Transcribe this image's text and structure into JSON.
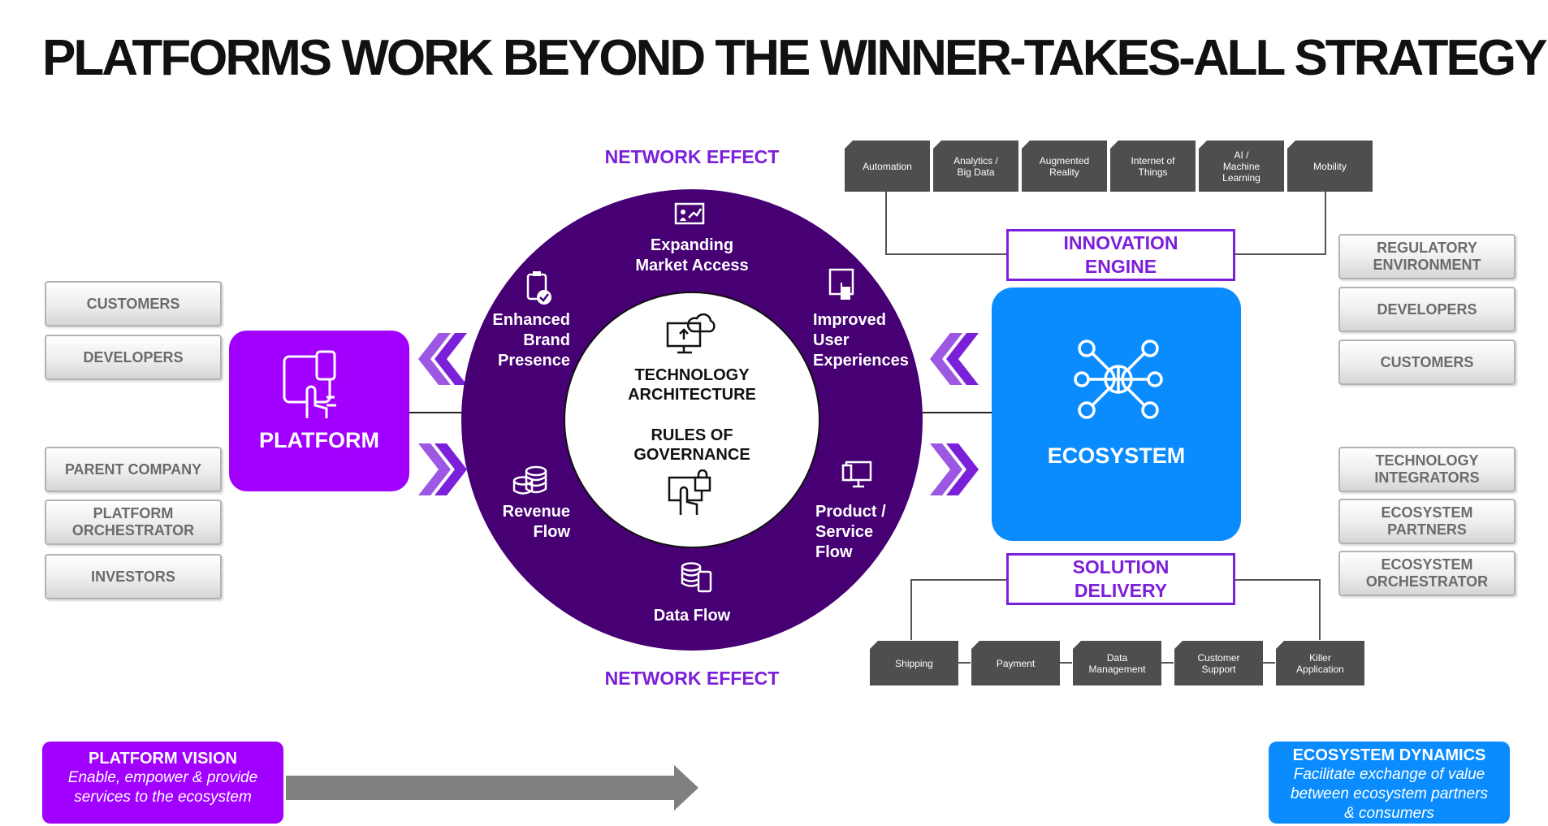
{
  "title": "PLATFORMS WORK BEYOND THE WINNER-TAKES-ALL STRATEGY",
  "network_effect_top": "NETWORK EFFECT",
  "network_effect_bottom": "NETWORK EFFECT",
  "ring": {
    "expanding": [
      "Expanding",
      "Market Access"
    ],
    "improved": [
      "Improved",
      "User",
      "Experiences"
    ],
    "enhanced": [
      "Enhanced",
      "Brand",
      "Presence"
    ],
    "revenue": [
      "Revenue",
      "Flow"
    ],
    "product": [
      "Product /",
      "Service",
      "Flow"
    ],
    "data": "Data Flow"
  },
  "center": {
    "tech": [
      "TECHNOLOGY",
      "ARCHITECTURE"
    ],
    "rules": [
      "RULES OF",
      "GOVERNANCE"
    ]
  },
  "platform": {
    "label": "PLATFORM"
  },
  "ecosystem": {
    "label": "ECOSYSTEM"
  },
  "left_boxes": [
    "CUSTOMERS",
    "DEVELOPERS",
    "PARENT COMPANY",
    [
      "PLATFORM",
      "ORCHESTRATOR"
    ],
    "INVESTORS"
  ],
  "right_boxes": [
    [
      "REGULATORY",
      "ENVIRONMENT"
    ],
    "DEVELOPERS",
    "CUSTOMERS",
    [
      "TECHNOLOGY",
      "INTEGRATORS"
    ],
    [
      "ECOSYSTEM",
      "PARTNERS"
    ],
    [
      "ECOSYSTEM",
      "ORCHESTRATOR"
    ]
  ],
  "innovation_engine": [
    "INNOVATION",
    "ENGINE"
  ],
  "solution_delivery": [
    "SOLUTION",
    "DELIVERY"
  ],
  "innovation_items": [
    "Automation",
    [
      "Analytics /",
      "Big Data"
    ],
    [
      "Augmented",
      "Reality"
    ],
    [
      "Internet of",
      "Things"
    ],
    [
      "AI /",
      "Machine",
      "Learning"
    ],
    "Mobility"
  ],
  "delivery_items": [
    "Shipping",
    "Payment",
    [
      "Data",
      "Management"
    ],
    [
      "Customer",
      "Support"
    ],
    [
      "Killer",
      "Application"
    ]
  ],
  "platform_vision": {
    "title": "PLATFORM VISION",
    "body": [
      "Enable, empower & provide",
      "services to the ecosystem"
    ]
  },
  "ecosystem_dynamics": {
    "title": "ECOSYSTEM DYNAMICS",
    "body": [
      "Facilitate exchange of value",
      "between ecosystem partners",
      "& consumers"
    ]
  },
  "colors": {
    "purple": "#a100ff",
    "dark_purple": "#460073",
    "accent_purple": "#7b1fd9",
    "blue": "#0a8cff",
    "dark_gray": "#4e4e4e"
  }
}
